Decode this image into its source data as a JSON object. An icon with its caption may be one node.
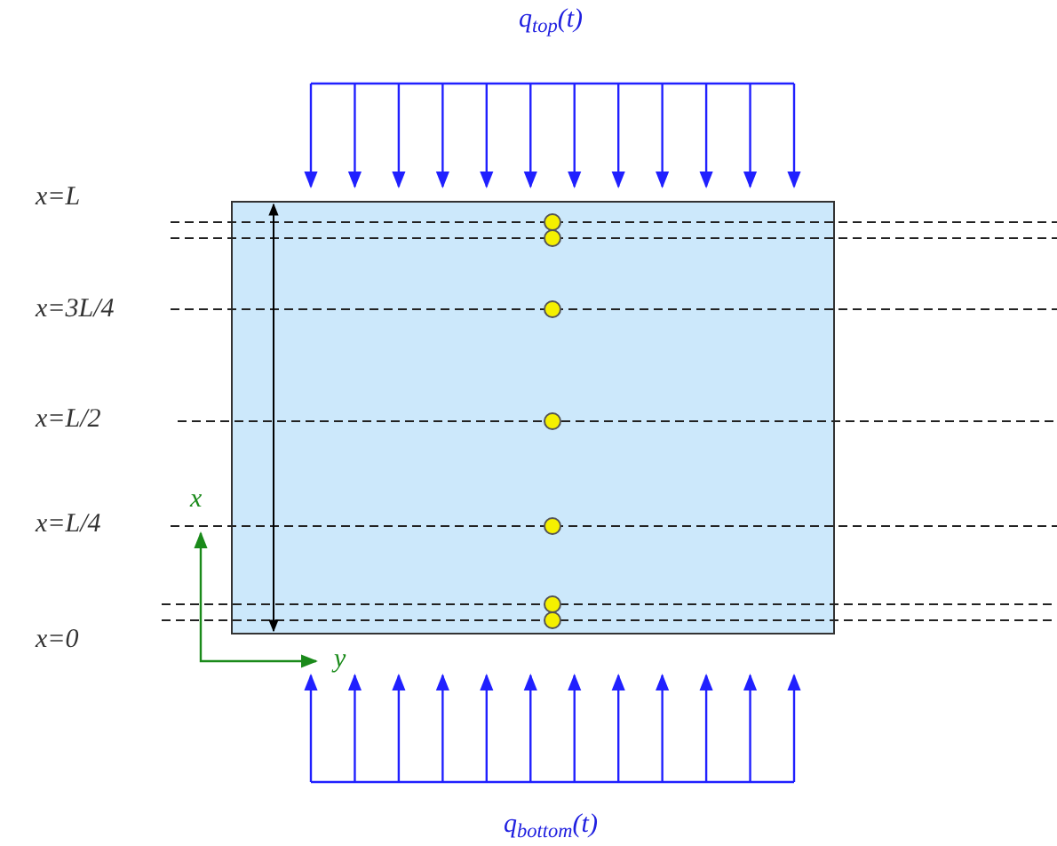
{
  "diagram": {
    "nodes": [
      {
        "text": [],
        "shape": "box"
      }
    ],
    "labels": [
      "q$_{top}$(t)",
      "x=L",
      "x=3L/4",
      "x=L/2",
      "x=L/4",
      "x",
      "x=0",
      "y",
      "q$_{bottom}$(t)"
    ]
  }
}
